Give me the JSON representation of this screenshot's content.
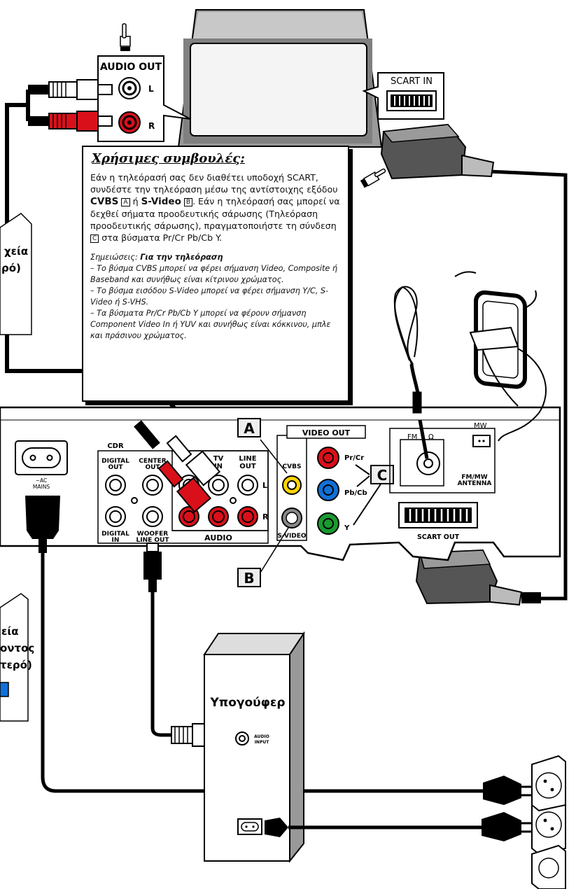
{
  "tv": {
    "audio_out": "AUDIO OUT",
    "left": "L",
    "right": "R",
    "scart_in": "SCART IN"
  },
  "tips": {
    "title": "Χρήσιμες συμβουλές:",
    "p1_a": "Εάν η τηλεόρασή σας δεν διαθέτει υποδοχή SCART, συνδέστε την τηλεόραση μέσω της αντίστοιχης εξόδου ",
    "cvbs": "CVBS",
    "box_a": "A",
    "or1": " ή ",
    "svideo": "S-Video",
    "box_b": "B",
    "p1_b": ". Εάν η τηλεόρασή σας μπορεί να δεχθεί σήματα προοδευτικής σάρωσης (Τηλεόραση προοδευτικής σάρωσης), πραγματοποιήστε τη σύνδεση ",
    "box_c": "C",
    "p1_c": " στα βύσματα Pr/Cr Pb/Cb Y.",
    "notes_label": "Σημειώσεις: ",
    "notes_head": "Για την τηλεόραση",
    "note1": "– Το βύσμα CVBS μπορεί να φέρει σήμανση Video, Composite ή Baseband και συνήθως είναι κίτρινου χρώματος.",
    "note2": "– Το βύσμα εισόδου S-Video μπορεί να φέρει σήμανση Y/C, S-Video ή S-VHS.",
    "note3": "– Τα βύσματα Pr/Cr Pb/Cb Y μπορεί να φέρουν σήμανση Component Video In ή YUV και συνήθως είναι κόκκινου, μπλε και πράσινου χρώματος."
  },
  "left_cut": {
    "box1_line1": "χεία",
    "box1_line2": "ρό)",
    "box2_line1": "εία",
    "box2_line2": "οντος",
    "box2_line3": "τερό)"
  },
  "panel": {
    "mains_1": "~AC",
    "mains_2": "MAINS",
    "cdr": "CDR",
    "digital_out_1": "DIGITAL",
    "digital_out_2": "OUT",
    "center_out_1": "CENTER",
    "center_out_2": "OUT",
    "digital_in_1": "DIGITAL",
    "digital_in_2": "IN",
    "woofer_1": "WOOFER",
    "woofer_2": "LINE OUT",
    "tv_in_1": "TV",
    "tv_in_2": "IN",
    "line_out_1": "LINE",
    "line_out_2": "OUT",
    "audio": "AUDIO",
    "l": "L",
    "r": "R",
    "video_out": "VIDEO OUT",
    "cvbs": "CVBS",
    "svideo": "S-VIDEO",
    "pr": "Pr/Cr",
    "pb": "Pb/Cb",
    "y": "Y",
    "label_a": "A",
    "label_b": "B",
    "label_c": "C",
    "fm": "FM",
    "ohm": "Ω",
    "mw": "MW",
    "fm_mw_1": "FM/MW",
    "fm_mw_2": "ANTENNA",
    "scart_out": "SCART OUT"
  },
  "subwoofer": {
    "title": "Υπογούφερ",
    "audio_1": "AUDIO",
    "audio_2": "INPUT"
  }
}
